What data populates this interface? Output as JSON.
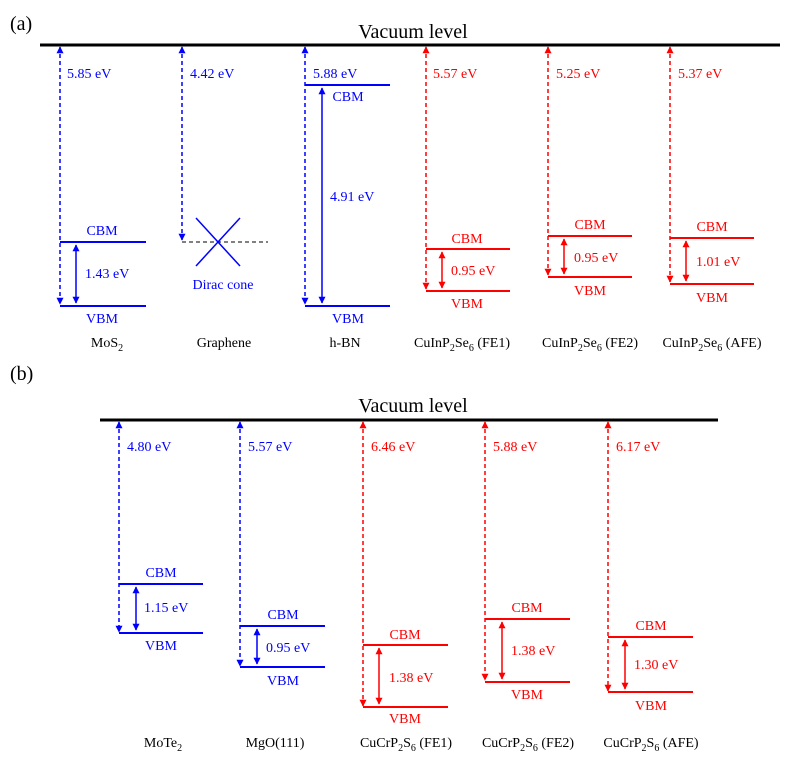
{
  "colors": {
    "blue": "#0000ff",
    "red": "#ff0000",
    "black": "#000000"
  },
  "panel_a": {
    "label": "(a)",
    "vacuum_label": "Vacuum level",
    "materials": [
      {
        "name_parts": [
          {
            "t": "MoS"
          },
          {
            "t": "2",
            "sub": true
          }
        ],
        "work_function": "5.85 eV",
        "gap": "1.43 eV",
        "cbm": "CBM",
        "vbm": "VBM",
        "color": "blue"
      },
      {
        "name_parts": [
          {
            "t": "Graphene"
          }
        ],
        "work_function": "4.42 eV",
        "dirac": "Dirac cone",
        "color": "blue"
      },
      {
        "name_parts": [
          {
            "t": "h-BN"
          }
        ],
        "work_function": "5.88 eV",
        "gap": "4.91 eV",
        "cbm": "CBM",
        "vbm": "VBM",
        "color": "blue"
      },
      {
        "name_parts": [
          {
            "t": "CuInP"
          },
          {
            "t": "2",
            "sub": true
          },
          {
            "t": "Se"
          },
          {
            "t": "6",
            "sub": true
          },
          {
            "t": " (FE1)"
          }
        ],
        "work_function": "5.57 eV",
        "gap": "0.95 eV",
        "cbm": "CBM",
        "vbm": "VBM",
        "color": "red"
      },
      {
        "name_parts": [
          {
            "t": "CuInP"
          },
          {
            "t": "2",
            "sub": true
          },
          {
            "t": "Se"
          },
          {
            "t": "6",
            "sub": true
          },
          {
            "t": " (FE2)"
          }
        ],
        "work_function": "5.25 eV",
        "gap": "0.95 eV",
        "cbm": "CBM",
        "vbm": "VBM",
        "color": "red"
      },
      {
        "name_parts": [
          {
            "t": "CuInP"
          },
          {
            "t": "2",
            "sub": true
          },
          {
            "t": "Se"
          },
          {
            "t": "6",
            "sub": true
          },
          {
            "t": " (AFE)"
          }
        ],
        "work_function": "5.37 eV",
        "gap": "1.01 eV",
        "cbm": "CBM",
        "vbm": "VBM",
        "color": "red"
      }
    ]
  },
  "panel_b": {
    "label": "(b)",
    "vacuum_label": "Vacuum level",
    "materials": [
      {
        "name_parts": [
          {
            "t": "MoTe"
          },
          {
            "t": "2",
            "sub": true
          }
        ],
        "work_function": "4.80 eV",
        "gap": "1.15 eV",
        "cbm": "CBM",
        "vbm": "VBM",
        "color": "blue"
      },
      {
        "name_parts": [
          {
            "t": "MgO(111)"
          }
        ],
        "work_function": "5.57 eV",
        "gap": "0.95 eV",
        "cbm": "CBM",
        "vbm": "VBM",
        "color": "blue"
      },
      {
        "name_parts": [
          {
            "t": "CuCrP"
          },
          {
            "t": "2",
            "sub": true
          },
          {
            "t": "S"
          },
          {
            "t": "6",
            "sub": true
          },
          {
            "t": " (FE1)"
          }
        ],
        "work_function": "6.46 eV",
        "gap": "1.38 eV",
        "cbm": "CBM",
        "vbm": "VBM",
        "color": "red"
      },
      {
        "name_parts": [
          {
            "t": "CuCrP"
          },
          {
            "t": "2",
            "sub": true
          },
          {
            "t": "S"
          },
          {
            "t": "6",
            "sub": true
          },
          {
            "t": " (FE2)"
          }
        ],
        "work_function": "5.88 eV",
        "gap": "1.38 eV",
        "cbm": "CBM",
        "vbm": "VBM",
        "color": "red"
      },
      {
        "name_parts": [
          {
            "t": "CuCrP"
          },
          {
            "t": "2",
            "sub": true
          },
          {
            "t": "S"
          },
          {
            "t": "6",
            "sub": true
          },
          {
            "t": " (AFE)"
          }
        ],
        "work_function": "6.17 eV",
        "gap": "1.30 eV",
        "cbm": "CBM",
        "vbm": "VBM",
        "color": "red"
      }
    ]
  }
}
